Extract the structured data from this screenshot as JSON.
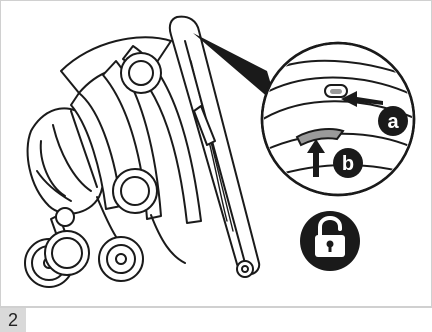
{
  "figure": {
    "step_number": "2",
    "callout_labels": {
      "a": "a",
      "b": "b"
    },
    "icon": "unlocked-padlock-icon",
    "colors": {
      "ink": "#1a1a1a",
      "panel": "#d9d9d9",
      "frame": "#d0d0d0",
      "background": "#ffffff"
    }
  }
}
